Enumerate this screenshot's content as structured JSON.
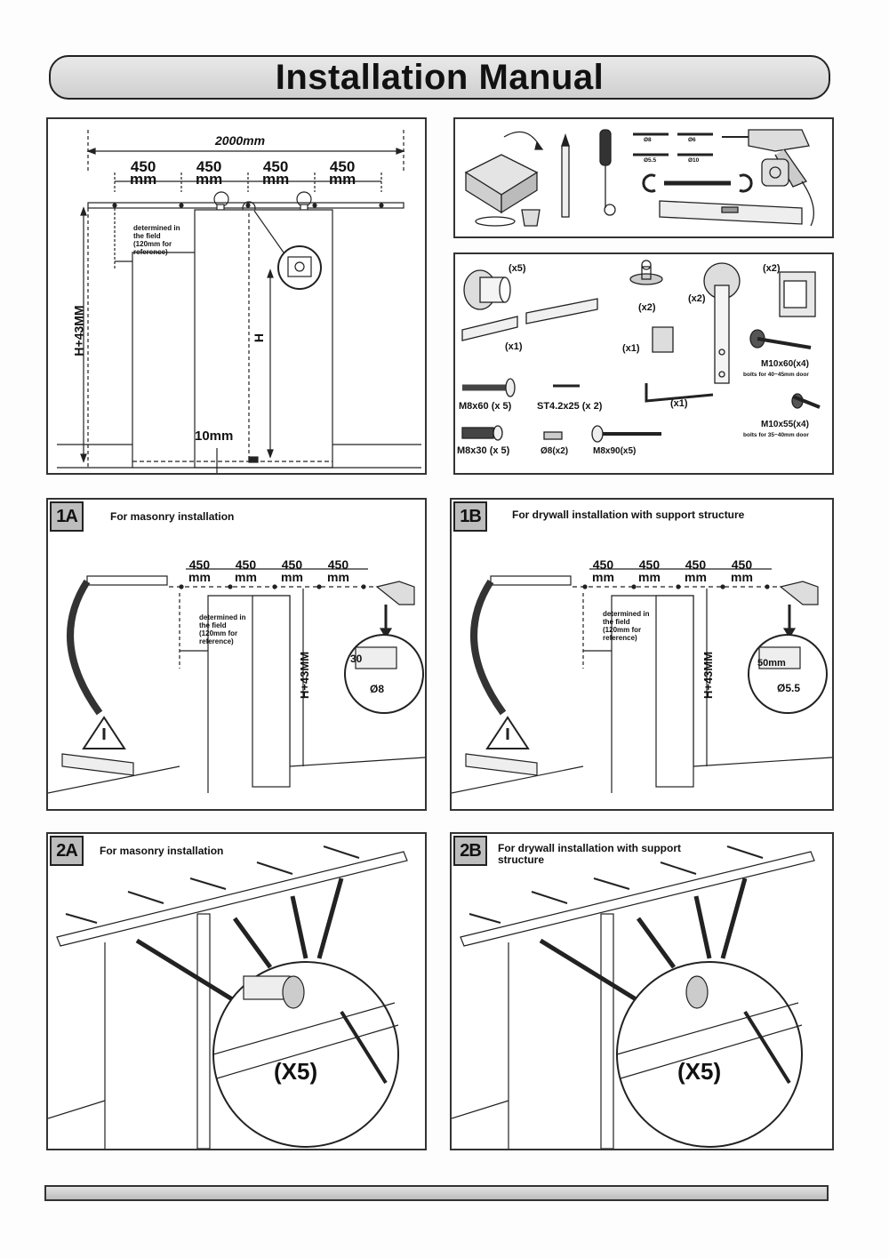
{
  "title": "Installation Manual",
  "overview": {
    "total_length": "2000mm",
    "spacing": [
      "450\nmm",
      "450\nmm",
      "450\nmm",
      "450\nmm"
    ],
    "determined_note": "determined in the field (120mm for reference)",
    "height_label": "H+43MM",
    "door_height_label": "H",
    "gap_label": "10mm"
  },
  "parts": [
    {
      "label": "(x5)"
    },
    {
      "label": "(x1)"
    },
    {
      "label": "(x2)"
    },
    {
      "label": "(x1)"
    },
    {
      "label": "(x2)"
    },
    {
      "label": "(x2)"
    },
    {
      "label": "M10x60(x4)"
    },
    {
      "label": "bolts for 40~45mm door"
    },
    {
      "label": "M8x60 (x 5)"
    },
    {
      "label": "ST4.2x25 (x 2)"
    },
    {
      "label": "(x1)"
    },
    {
      "label": "M10x55(x4)"
    },
    {
      "label": "bolts for 35~40mm door"
    },
    {
      "label": "M8x30 (x 5)"
    },
    {
      "label": "Ø8(x2)"
    },
    {
      "label": "M8x90(x5)"
    }
  ],
  "tools": {
    "bits": [
      "Ø8",
      "Ø6",
      "Ø5.5",
      "Ø10"
    ]
  },
  "step1A": {
    "badge": "1A",
    "caption": "For masonry installation",
    "spacing": [
      "450\nmm",
      "450\nmm",
      "450\nmm",
      "450\nmm"
    ],
    "note": "determined in the field (120mm for reference)",
    "height_label": "H+43MM",
    "depth": "30",
    "bit": "Ø8"
  },
  "step1B": {
    "badge": "1B",
    "caption": "For drywall installation with  support structure",
    "spacing": [
      "450\nmm",
      "450\nmm",
      "450\nmm",
      "450\nmm"
    ],
    "note": "determined in the field (120mm for reference)",
    "height_label": "H+43MM",
    "depth": "50mm",
    "bit": "Ø5.5"
  },
  "step2A": {
    "badge": "2A",
    "caption": "For masonry installation",
    "count": "(X5)"
  },
  "step2B": {
    "badge": "2B",
    "caption": "For drywall installation with  support structure",
    "count": "(X5)"
  }
}
